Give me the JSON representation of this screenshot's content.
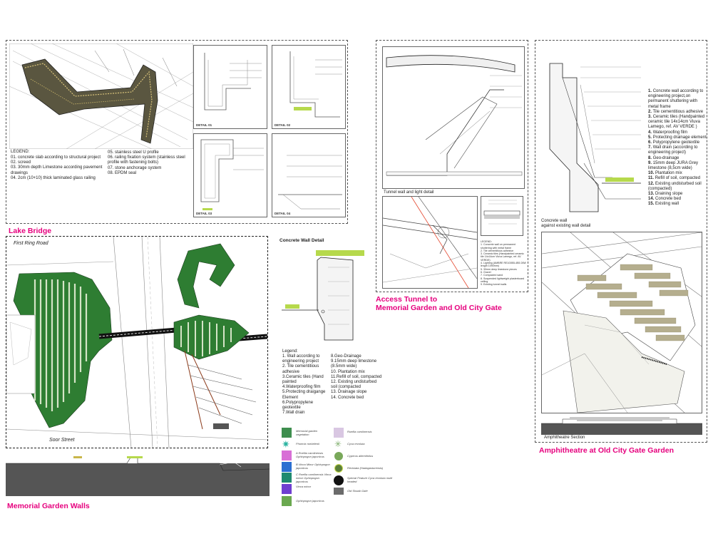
{
  "lake_bridge": {
    "title": "Lake Bridge",
    "legend_title": "LEGEND:",
    "legend_left": [
      "01. concrete slab according to structural project",
      "02. screed",
      "03. 30mm depth Limestone according pavement drawings",
      "04. 2cm (10+10) thick laminated glass railing"
    ],
    "legend_right": [
      "05. stainless steel U profile",
      "06. railing fixation system  (stainless steel profile with fastening bolts)",
      "07. stone anchorage system",
      "08. EPDM seal"
    ],
    "detail_labels": [
      "DETAIL 01",
      "DETAIL 02",
      "DETAIL 03",
      "DETAIL 04"
    ]
  },
  "memorial": {
    "title": "Memorial Garden Walls",
    "road_top": "First Ring Road",
    "road_bottom": "Soor Street"
  },
  "concrete_wall": {
    "title": "Concrete Wall Detail",
    "legend_title": "Legend:",
    "legend_left": [
      "1. Wall according to engineering project",
      "2. Tile cementitious adhesive",
      "3.Ceramic tiles (Hand painted",
      "4.Waterproofing film",
      "5.Protecting draigange Element",
      "6.Polypropylene geotextile",
      "7.Wall drain"
    ],
    "legend_right": [
      "8.Geo-Drainage",
      "9.15mm deep limestone (8.5mm wide)",
      "10. Plantation mix",
      "11.Refill of soil, compacted",
      "12. Existing undisturbed soil (compacted",
      "13. Drainage slope",
      "14. Concrete bed"
    ]
  },
  "planting_legend": {
    "left": [
      {
        "label": "Memorial garden vegetation",
        "color": "#3e8e4e"
      },
      {
        "label": "Phoenix roebelenii",
        "color": "#2fb5a3"
      },
      {
        "label": "A  Roellia carolinensis Ophiopogon japonicus",
        "color": "#d86fd6"
      },
      {
        "label": "B  Vinca Minor Ophiopogon japonicus",
        "color": "#2b6fd1"
      },
      {
        "label": "C  Roellia carolinensis Vinca minor Ophiopogon japonicus",
        "color": "#1f8a6f"
      },
      {
        "label": "Vinca minor",
        "color": "#6f3fd0"
      },
      {
        "label": "Ophiopogon japonicus",
        "color": "#6aa84f"
      }
    ],
    "right": [
      {
        "label": "Ruellia carolinensis",
        "color": "#d9c7e2"
      },
      {
        "label": "Cyca revoluta",
        "color": "#7fae6c"
      },
      {
        "label": "Cyperus alternifolius",
        "color": "#79a85a"
      },
      {
        "label": "Revisiata (Hadagasturensis)",
        "color": "#5b7f3a"
      },
      {
        "label": "Special Feature Cyca revoluta multi headed",
        "color": "#222222"
      },
      {
        "label": "Old Shaab Gate",
        "color": "#6b6b6b"
      }
    ]
  },
  "access_tunnel": {
    "title_line1": "Access Tunnel to",
    "title_line2": "Memorial Garden and Old City Gate",
    "caption": "Tunnel wall and light detail",
    "legend_title": "LEGEND:",
    "legend_items": [
      "1. Concrete wall on permanent shuttering with metal frame",
      "2. Tile cementitious adhesive",
      "3. Ceramic tiles (Handpainted ceramic tile 14x14cm Viuva Lamego, ref. AV VERDE)",
      "4. Lighting (AMBRE RE100B5-4B5 26W length 1090mm)",
      "5. 30mm deep limestone pieces",
      "6. Gravel",
      "7. Compacted sand",
      "8. Suspended lightweight plasterboard ceiling",
      "9. Existing tunnel walls"
    ]
  },
  "amphitheatre": {
    "title": "Amphitheatre at Old City Gate Garden",
    "caption_line1": "Concrete wall",
    "caption_line2": "against existing wall detail",
    "section_caption": "Amphitheatre Section",
    "legend": [
      {
        "num": "1.",
        "text": "Concrete wall according to engineering project,on permanent shuttering with metal frame"
      },
      {
        "num": "2.",
        "text": "Tile cementitious adhesive"
      },
      {
        "num": "3.",
        "text": "Ceramic tiles (Handpainted ceramic tile 14x14cm Viuva Lamego, ref. AV VERDE )"
      },
      {
        "num": "4.",
        "text": "Waterproofing film"
      },
      {
        "num": "5.",
        "text": "Protecting drainage element"
      },
      {
        "num": "6.",
        "text": "Polypropylene geotextile"
      },
      {
        "num": "7.",
        "text": "Wall drain (according to engineering project)"
      },
      {
        "num": "8.",
        "text": "Geo-drainage"
      },
      {
        "num": "9.",
        "text": "15mm deep JURA Grey limestone (8,5cm wide)"
      },
      {
        "num": "10.",
        "text": "Plantation mix"
      },
      {
        "num": "11.",
        "text": "Refill of soil, compacted"
      },
      {
        "num": "12.",
        "text": "Existing undisturbed soil (compacted)"
      },
      {
        "num": "13.",
        "text": "Draining slope"
      },
      {
        "num": "14.",
        "text": "Concrete bed"
      },
      {
        "num": "15.",
        "text": "Existing wall"
      }
    ]
  },
  "colors": {
    "accent": "#e6007e",
    "garden_green": "#2e7d32",
    "terrace_tan": "#b5ae8e",
    "bridge_dark": "#222222"
  }
}
